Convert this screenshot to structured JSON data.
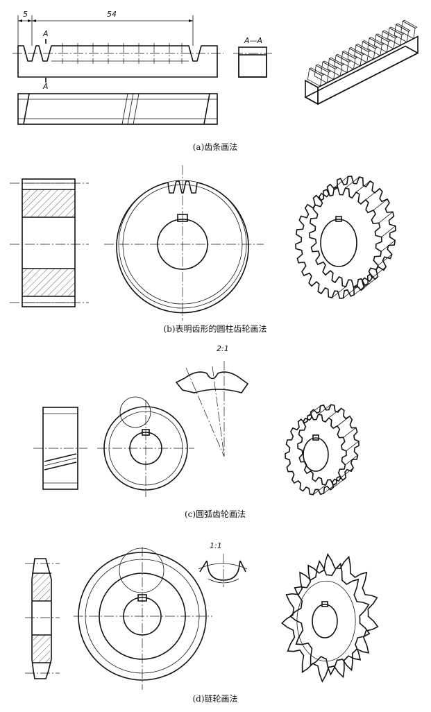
{
  "captions": {
    "a": "(a)齿条画法",
    "b": "(b)表明齿形的圆柱齿轮画法",
    "c": "(c)圆弧齿轮画法",
    "d": "(d)链轮画法"
  },
  "rack_labels": {
    "dim_small": "5",
    "dim_large": "54",
    "section_mark_top": "A",
    "section_mark_bottom": "A",
    "section_title": "A—A"
  },
  "scales": {
    "c": "2:1",
    "d": "1:1"
  }
}
